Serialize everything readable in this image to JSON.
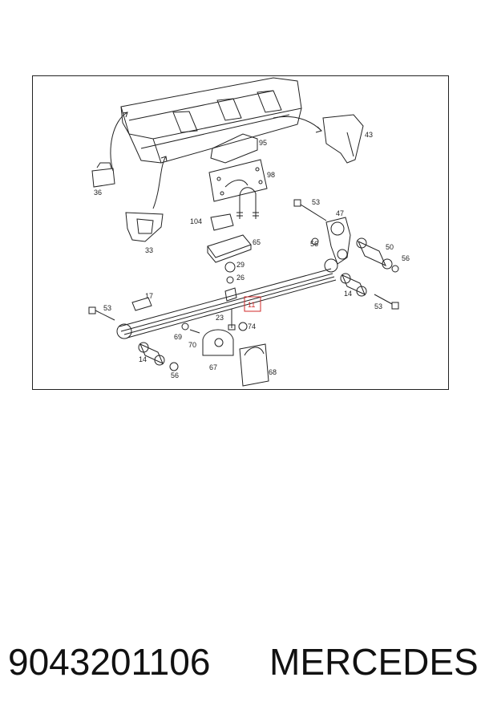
{
  "diagram": {
    "highlight_color": "#d02a2a",
    "highlighted_part": "11",
    "labels": {
      "p43": "43",
      "p95": "95",
      "p98": "98",
      "p36": "36",
      "p53a": "53",
      "p47": "47",
      "p104": "104",
      "p65": "65",
      "p33": "33",
      "p56a": "56",
      "p50": "50",
      "p56b": "56",
      "p29": "29",
      "p26": "26",
      "p17": "17",
      "p11": "11",
      "p14a": "14",
      "p53b": "53",
      "p53c": "53",
      "p23": "23",
      "p74": "74",
      "p69": "69",
      "p70": "70",
      "p14b": "14",
      "p67": "67",
      "p68": "68",
      "p56c": "56"
    }
  },
  "caption": {
    "part_number": "9043201106",
    "brand": "MERCEDES"
  }
}
